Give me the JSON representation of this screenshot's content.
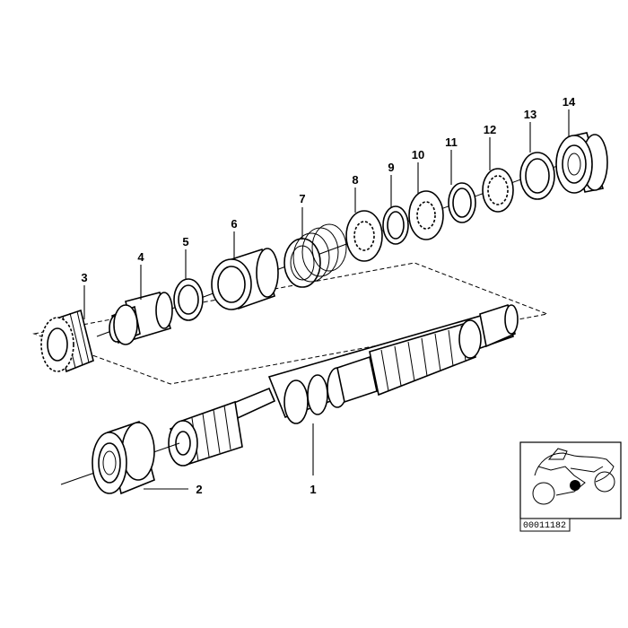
{
  "callouts": [
    {
      "id": "1",
      "label": "1"
    },
    {
      "id": "2",
      "label": "2"
    },
    {
      "id": "3",
      "label": "3"
    },
    {
      "id": "4",
      "label": "4"
    },
    {
      "id": "5",
      "label": "5"
    },
    {
      "id": "6",
      "label": "6"
    },
    {
      "id": "7",
      "label": "7"
    },
    {
      "id": "8",
      "label": "8"
    },
    {
      "id": "9",
      "label": "9"
    },
    {
      "id": "10",
      "label": "10"
    },
    {
      "id": "11",
      "label": "11"
    },
    {
      "id": "12",
      "label": "12"
    },
    {
      "id": "13",
      "label": "13"
    },
    {
      "id": "14",
      "label": "14"
    }
  ],
  "thumbnail": {
    "reference_number": "00011182",
    "icon": "motorcycle-outline-icon"
  },
  "colors": {
    "line": "#000000",
    "background": "#ffffff",
    "marker": "#000000"
  }
}
